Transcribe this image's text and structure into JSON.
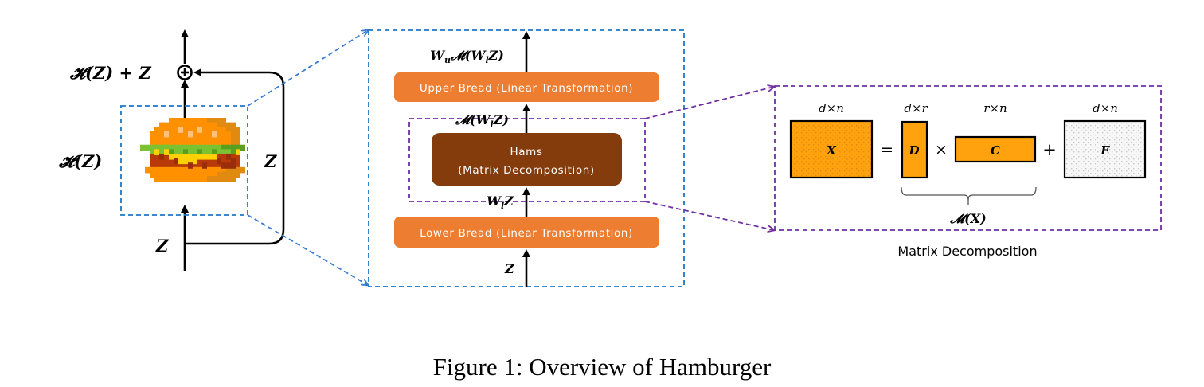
{
  "figure": {
    "caption": "Figure 1: Overview of Hamburger"
  },
  "left_block": {
    "output_label": "𝓗(Z) + Z",
    "block_label": "𝓗(Z)",
    "input_label": "Z",
    "skip_label": "Z",
    "add_symbol": "⊕",
    "icon": "hamburger-icon"
  },
  "middle_block": {
    "output_label": "W",
    "output_label_sub": "u",
    "output_label_rest": "𝓜(W",
    "output_label_sub2": "l",
    "output_label_end": "Z)",
    "upper_bread": "Upper Bread (Linear Transformation)",
    "ham_mid_label": "𝓜(W",
    "ham_mid_sub": "l",
    "ham_mid_end": "Z)",
    "hams_title": "Hams",
    "hams_subtitle": "(Matrix Decomposition)",
    "lower_mid_label": "W",
    "lower_mid_sub": "l",
    "lower_mid_end": "Z",
    "lower_bread": "Lower Bread (Linear Transformation)",
    "input_label": "Z"
  },
  "matrix_decomposition": {
    "title": "Matrix Decomposition",
    "X": {
      "label": "X",
      "dims": "d×n"
    },
    "equals": "=",
    "D": {
      "label": "D",
      "dims": "d×r"
    },
    "times": "×",
    "C": {
      "label": "C",
      "dims": "r×n"
    },
    "plus": "+",
    "E": {
      "label": "E",
      "dims": "d×n"
    },
    "brace_label": "𝓜(X)"
  },
  "colors": {
    "bread": "#ED7D31",
    "hams": "#843C0C",
    "matrix_fill": "#FFA20E",
    "noise_fill": "#F2F2F2",
    "blue_dash": "#1F77C4",
    "purple_dash": "#7030A0"
  }
}
